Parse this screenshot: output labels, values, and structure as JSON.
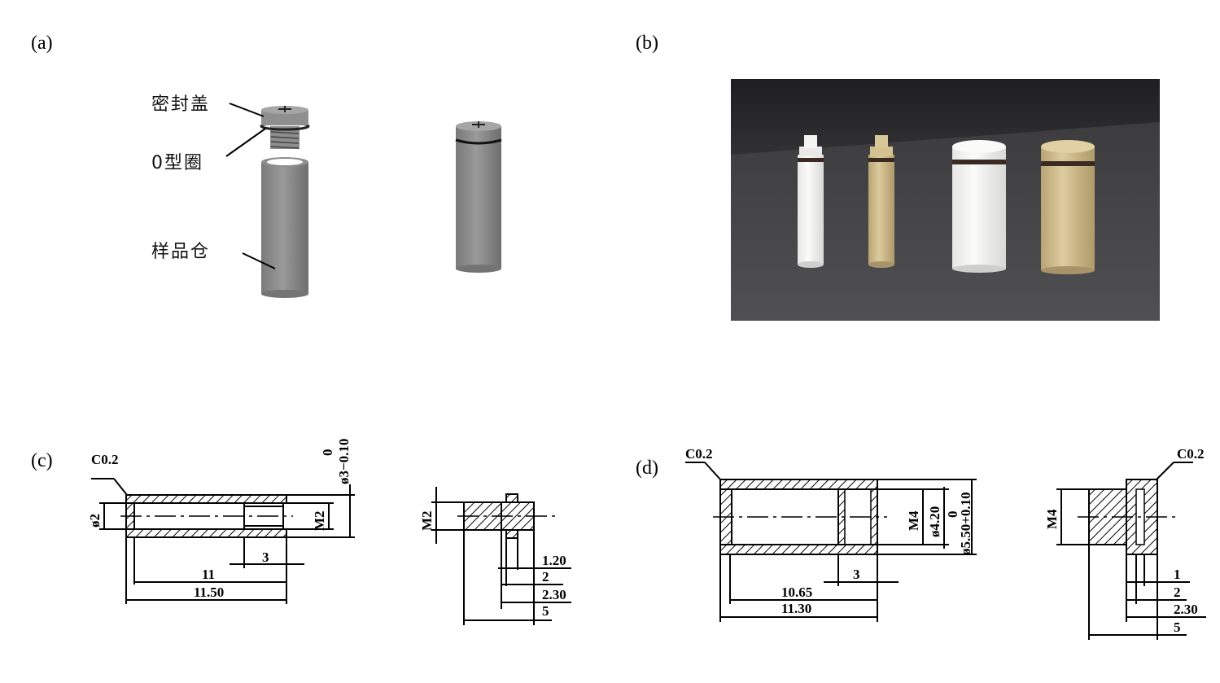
{
  "panels": {
    "a": {
      "label": "(a)",
      "callouts": [
        "密封盖",
        "0型圈",
        "样品仓"
      ]
    },
    "b": {
      "label": "(b)"
    },
    "c": {
      "label": "(c)",
      "dims": {
        "chamfer": "C0.2",
        "bore": "ø2",
        "thread": "M2",
        "outer": "ø3−0.10",
        "tol": "0",
        "len_inner": "11",
        "len_total": "11.50",
        "thread_len": "3",
        "cap_thread": "M2",
        "cap_1": "1.20",
        "cap_2": "2",
        "cap_3": "2.30",
        "cap_4": "5"
      }
    },
    "d": {
      "label": "(d)",
      "dims": {
        "chamfer": "C0.2",
        "thread": "M4",
        "bore": "ø4.20",
        "outer": "ø5.50+0.10",
        "tol": "0",
        "len_inner": "10.65",
        "len_total": "11.30",
        "thread_len": "3",
        "cap_chamfer": "C0.2",
        "cap_thread": "M4",
        "cap_1": "1",
        "cap_2": "2",
        "cap_3": "2.30",
        "cap_4": "5"
      }
    }
  },
  "colors": {
    "grey_body": "#8a8a8a",
    "grey_top": "#a8a8a8",
    "photo_bg": "#2b2b2d",
    "ptfe": "#f2f2f0",
    "peek": "#cdb98a",
    "oring": "#3a2a22"
  }
}
